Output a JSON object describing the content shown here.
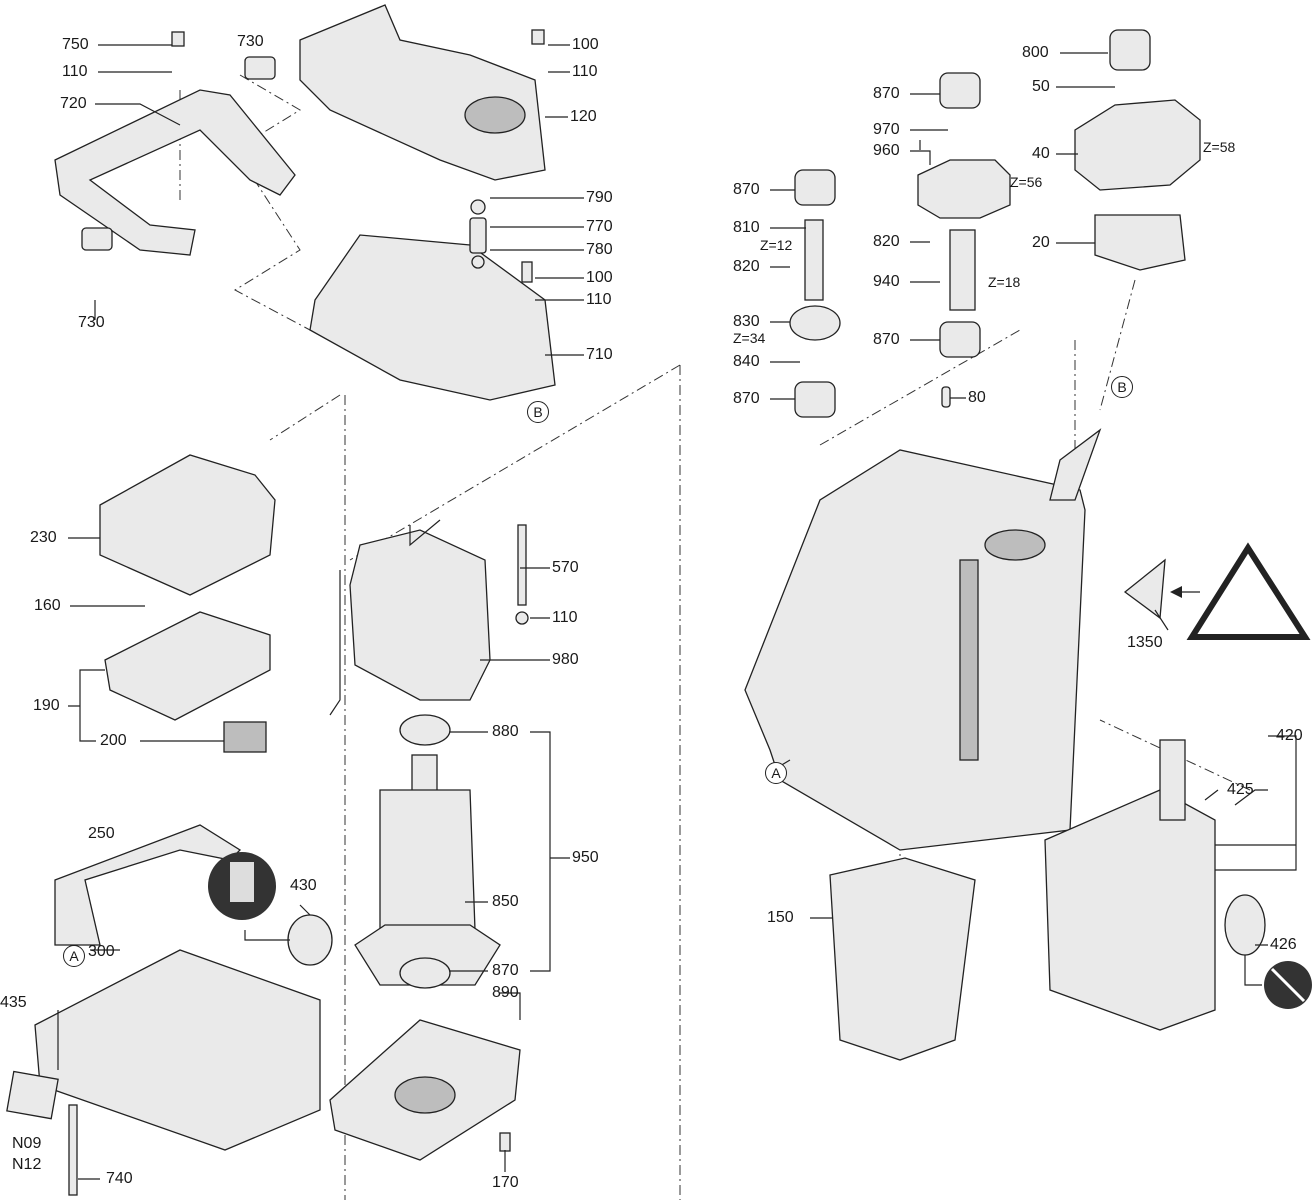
{
  "labels": [
    "750",
    "110",
    "730",
    "720",
    "730",
    "100",
    "110",
    "120",
    "790",
    "770",
    "780",
    "100",
    "110",
    "710",
    "800",
    "50",
    "870",
    "970",
    "960",
    "40",
    "Z=58",
    "Z=56",
    "870",
    "810",
    "Z=12",
    "820",
    "820",
    "20",
    "940",
    "Z=18",
    "830",
    "Z=34",
    "870",
    "840",
    "870",
    "80",
    "230",
    "160",
    "190",
    "200",
    "570",
    "110",
    "980",
    "880",
    "950",
    "850",
    "870",
    "890",
    "250",
    "430",
    "300",
    "435",
    "N09",
    "N12",
    "740",
    "170",
    "1350",
    "420",
    "425",
    "426",
    "150"
  ],
  "circle_markers": [
    "B",
    "B",
    "A",
    "A"
  ],
  "icons": [
    "warning-triangle-icon",
    "no-water-icon",
    "manual-icon"
  ]
}
